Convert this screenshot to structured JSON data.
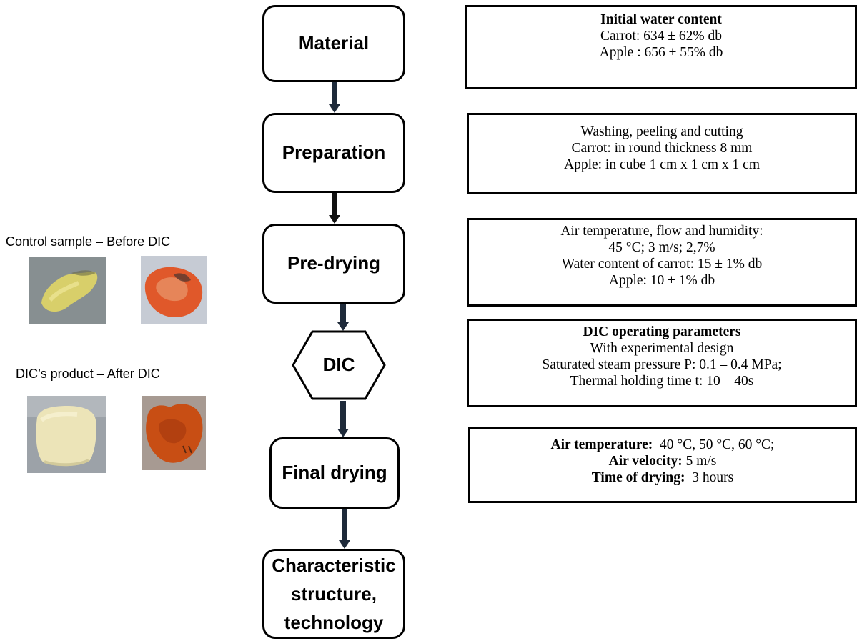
{
  "steps": {
    "material": "Material",
    "preparation": "Preparation",
    "predrying": "Pre-drying",
    "dic": "DIC",
    "final_drying": "Final drying",
    "characteristic": [
      "Characteristic",
      "structure,",
      "technology"
    ]
  },
  "details": {
    "material": {
      "title": "Initial water content",
      "lines": [
        "Carrot:  634 ± 62% db",
        "Apple :  656 ± 55% db"
      ]
    },
    "preparation": {
      "lines": [
        "Washing, peeling and cutting",
        "Carrot: in  round  thickness 8 mm",
        "Apple: in cube 1 cm x 1 cm x 1 cm"
      ]
    },
    "predrying": {
      "lines": [
        "Air temperature, flow and humidity:",
        "45 °C; 3 m/s; 2,7%",
        "Water content of carrot: 15 ± 1% db",
        "Apple: 10 ±  1% db"
      ]
    },
    "dic": {
      "title": "DIC operating parameters",
      "lines": [
        "With experimental design",
        "Saturated steam pressure  P: 0.1 – 0.4 MPa;",
        "Thermal holding time t: 10 – 40s"
      ]
    },
    "final_drying": {
      "rows": [
        {
          "label": "Air temperature:",
          "value": "  40 °C, 50 °C, 60 °C;"
        },
        {
          "label": "Air  velocity:",
          "value": " 5 m/s"
        },
        {
          "label": "Time of drying:",
          "value": "  3 hours"
        }
      ]
    }
  },
  "samples": {
    "before_caption": "Control sample – Before DIC",
    "after_caption": "DIC’s product – After DIC",
    "colors": {
      "apple_before": "#d8cf6a",
      "carrot_before": "#e0582a",
      "apple_after": "#ece4b8",
      "carrot_after": "#c84e14"
    }
  }
}
